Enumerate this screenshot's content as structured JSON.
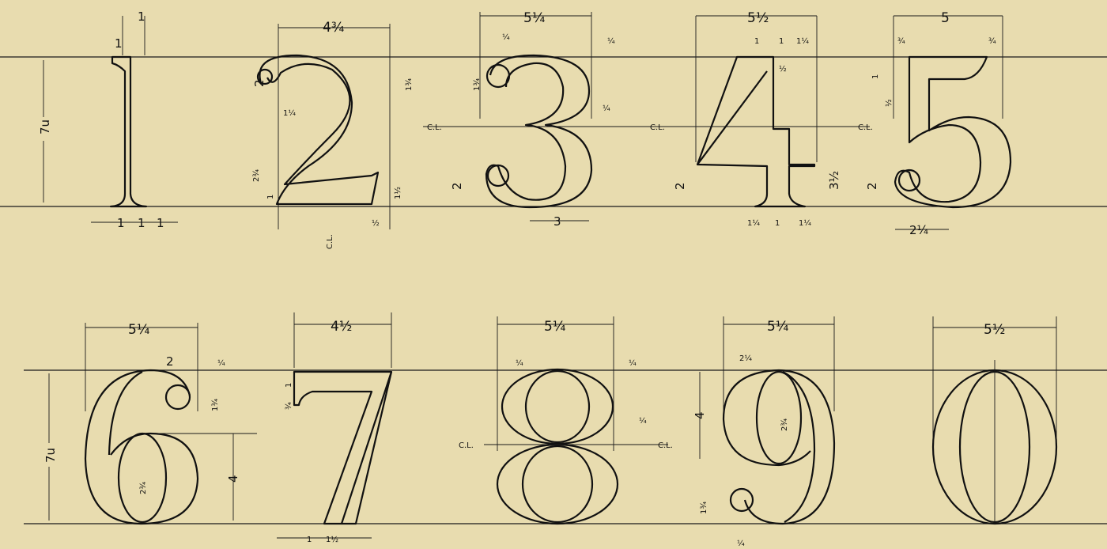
{
  "row1": {
    "units_label": "7u",
    "d1": {
      "top": "1",
      "serif": "1",
      "b1": "1",
      "b2": "1",
      "b3": "1"
    },
    "d2": {
      "width": "4¾",
      "curl_h": "2",
      "curl_w": "1¼",
      "top_r": "1¾",
      "diag": "2¾",
      "foot": "1",
      "tail": "1½",
      "tail_w": "½",
      "cl": "C.L."
    },
    "d3": {
      "width": "5¼",
      "left_q": "¼",
      "right_q": "¼",
      "top_curl": "1¾",
      "mid_q": "¼",
      "cl_left": "C.L.",
      "cl_right": "C.L.",
      "bottom_curl": "2",
      "base": "3"
    },
    "d4": {
      "width": "5½",
      "t1": "1",
      "t2": "1",
      "t3": "1¼",
      "half": "½",
      "height": "3½",
      "left": "2",
      "b1": "1¼",
      "b2": "1",
      "b3": "1¼"
    },
    "d5": {
      "width": "5",
      "left_q": "¾",
      "right_q": "¾",
      "top": "1",
      "mid": "½",
      "cl": "C.L.",
      "left": "2",
      "base": "2¼"
    }
  },
  "row2": {
    "units_label": "7u",
    "d6": {
      "width": "5¼",
      "two": "2",
      "quarter": "¼",
      "curl": "1¾",
      "inner": "2¾",
      "right": "4"
    },
    "d7": {
      "width": "4½",
      "top_a": "1",
      "top_b": "¾",
      "b1": "1",
      "b2": "1½"
    },
    "d8": {
      "width": "5¼",
      "left_q": "¼",
      "right_q": "¼",
      "mid_q": "¼",
      "cl_left": "C.L.",
      "cl_right": "C.L."
    },
    "d9": {
      "width": "5¼",
      "two": "2¼",
      "left": "4",
      "inner": "2¾",
      "curl": "1¾",
      "bot_q": "¼"
    },
    "d0": {
      "width": "5½"
    }
  }
}
